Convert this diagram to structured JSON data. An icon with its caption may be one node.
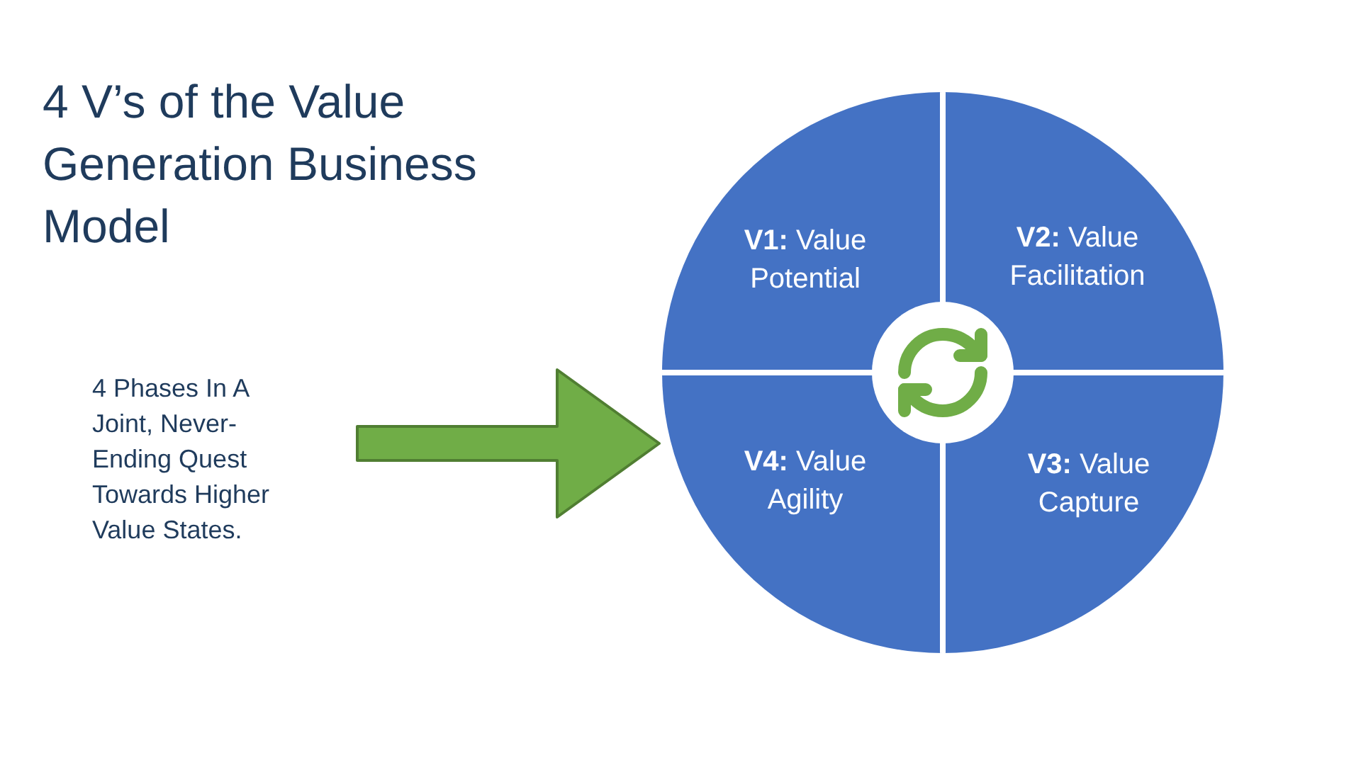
{
  "diagram": {
    "title": "4 V’s of the Value Generation Business Model",
    "nodes": [
      {
        "text": [
          "4 Phases In A Joint, Never-Ending Quest Towards Higher Value States."
        ]
      },
      {
        "text": [],
        "shape": "circle"
      },
      {
        "text": [
          "**V1:** Value Potential"
        ],
        "in": 1
      },
      {
        "text": [
          "**V2:** Value Facilitation"
        ],
        "in": 1
      },
      {
        "text": [
          "**V4:** Value Agility"
        ],
        "in": 1
      },
      {
        "text": [
          "**V3:** Value Capture"
        ],
        "in": 1
      }
    ],
    "edges": [
      {
        "from": 0,
        "to": 1,
        "arrow": "to",
        "style": "thick",
        "color": "#70ad47"
      }
    ]
  }
}
